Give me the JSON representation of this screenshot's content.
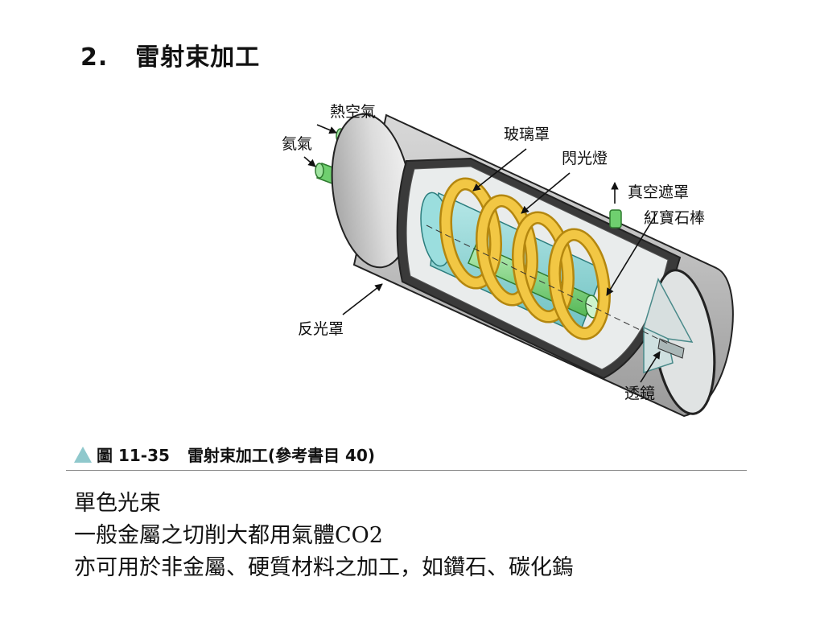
{
  "slide": {
    "number": "2.",
    "title": "雷射束加工"
  },
  "diagram": {
    "labels": {
      "hot_air": "熱空氣",
      "helium": "氦氣",
      "glass_cover": "玻璃罩",
      "flash_lamp": "閃光燈",
      "vacuum_shield": "真空遮罩",
      "ruby_rod": "紅寶石棒",
      "reflector": "反光罩",
      "lens": "透鏡"
    },
    "colors": {
      "shell": "#c9c9c9",
      "interior": "#e9ecec",
      "tube": "#8fd3d3",
      "coil": "#e8b52a",
      "rod": "#7fd67f",
      "pipe": "#6fcf6f"
    }
  },
  "caption": {
    "figure_number": "圖 11-35",
    "text": "雷射束加工(參考書目 40)"
  },
  "body": {
    "lines": [
      "單色光束",
      "一般金屬之切削大都用氣體CO2",
      "亦可用於非金屬、硬質材料之加工，如鑽石、碳化鎢"
    ]
  }
}
